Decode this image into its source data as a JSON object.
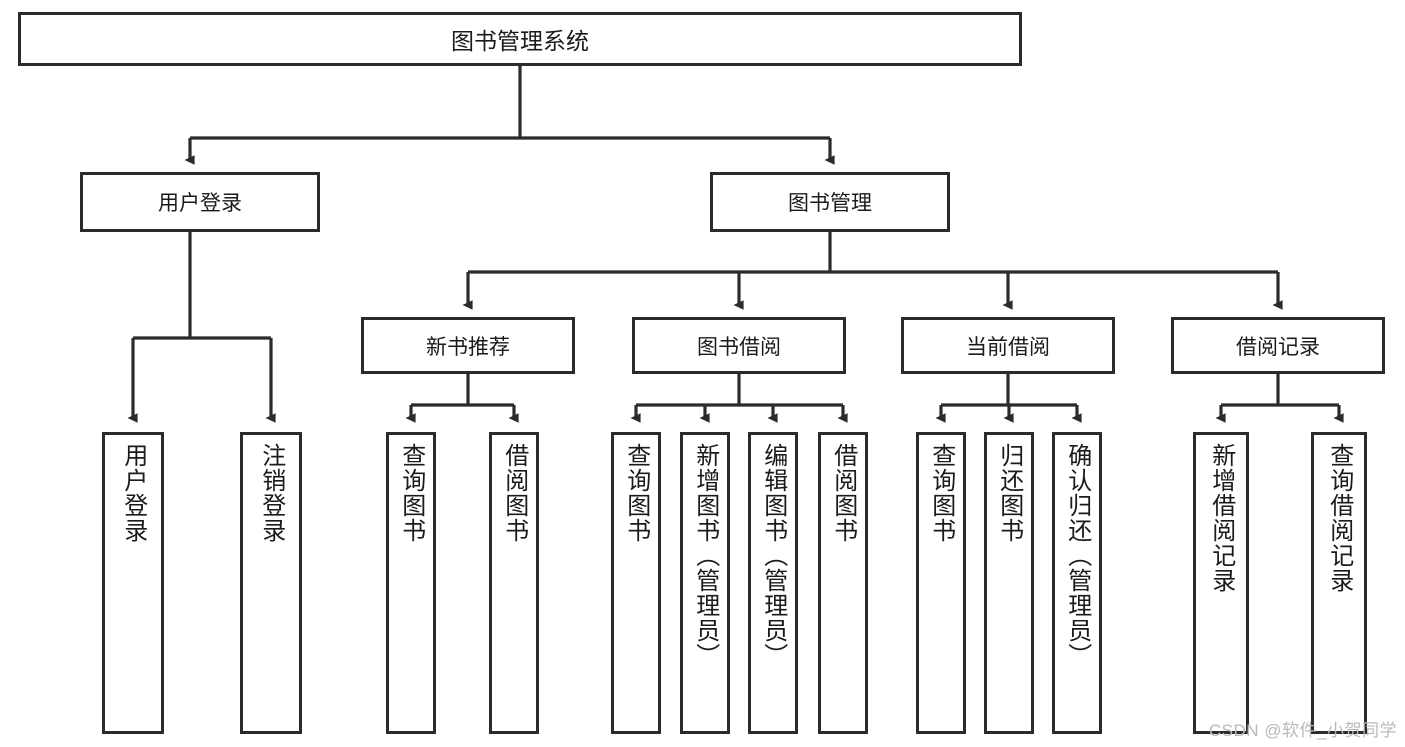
{
  "diagram": {
    "type": "tree-hierarchy-chart",
    "title": "图书管理系统",
    "background_color": "#ffffff",
    "line_color": "#2b2b2b",
    "text_color": "#1b1b1b",
    "root": {
      "id": "root",
      "label": "图书管理系统"
    },
    "level2": [
      {
        "id": "user-login",
        "label": "用户登录"
      },
      {
        "id": "book-manage",
        "label": "图书管理"
      }
    ],
    "level3": [
      {
        "id": "new-book-recommend",
        "label": "新书推荐",
        "parent": "book-manage"
      },
      {
        "id": "book-borrow",
        "label": "图书借阅",
        "parent": "book-manage"
      },
      {
        "id": "current-borrow",
        "label": "当前借阅",
        "parent": "book-manage"
      },
      {
        "id": "borrow-record",
        "label": "借阅记录",
        "parent": "book-manage"
      }
    ],
    "leaves": [
      {
        "id": "leaf-user-login",
        "label": "用户登录",
        "parent": "user-login"
      },
      {
        "id": "leaf-user-logout",
        "label": "注销登录",
        "parent": "user-login"
      },
      {
        "id": "leaf-rec-query-book",
        "label": "查询图书",
        "parent": "new-book-recommend"
      },
      {
        "id": "leaf-rec-borrow-book",
        "label": "借阅图书",
        "parent": "new-book-recommend"
      },
      {
        "id": "leaf-bb-query-book",
        "label": "查询图书",
        "parent": "book-borrow"
      },
      {
        "id": "leaf-bb-add-book",
        "label": "新增图书（管理员）",
        "parent": "book-borrow"
      },
      {
        "id": "leaf-bb-edit-book",
        "label": "编辑图书（管理员）",
        "parent": "book-borrow"
      },
      {
        "id": "leaf-bb-borrow-book",
        "label": "借阅图书",
        "parent": "book-borrow"
      },
      {
        "id": "leaf-cb-query-book",
        "label": "查询图书",
        "parent": "current-borrow"
      },
      {
        "id": "leaf-cb-return-book",
        "label": "归还图书",
        "parent": "current-borrow"
      },
      {
        "id": "leaf-cb-confirm-return",
        "label": "确认归还（管理员）",
        "parent": "current-borrow"
      },
      {
        "id": "leaf-br-add-record",
        "label": "新增借阅记录",
        "parent": "borrow-record"
      },
      {
        "id": "leaf-br-query-record",
        "label": "查询借阅记录",
        "parent": "borrow-record"
      }
    ],
    "watermark": "CSDN @软件_小贺同学"
  }
}
